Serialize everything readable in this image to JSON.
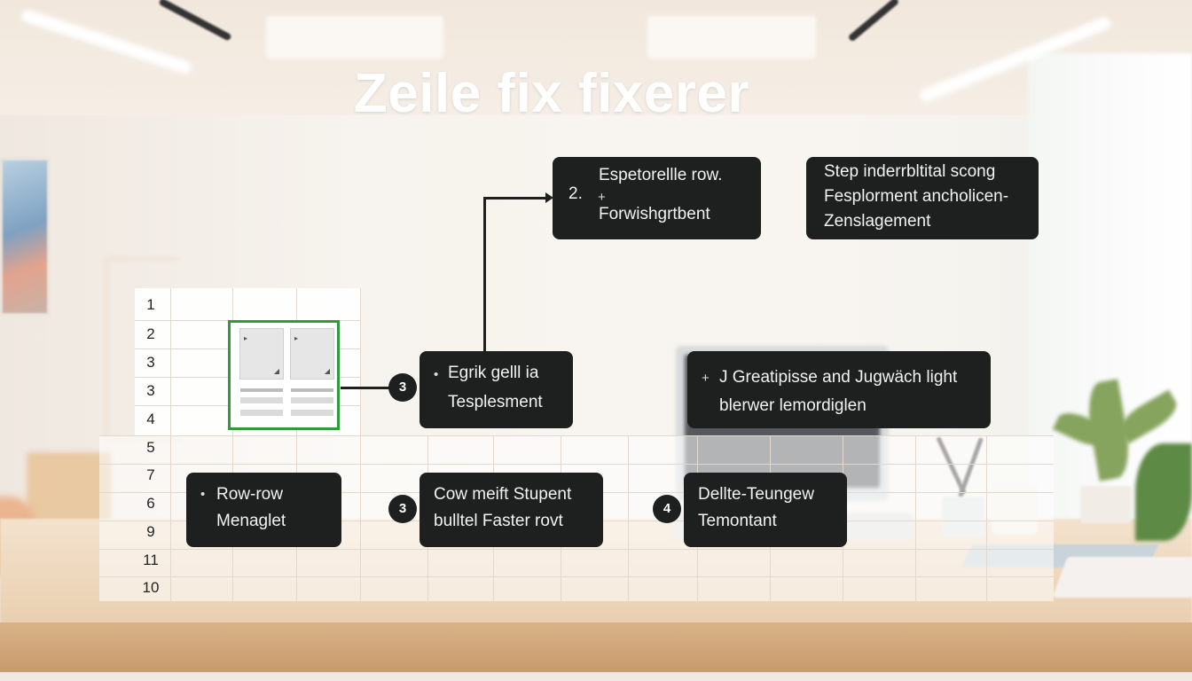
{
  "title": "Zeile fix fixerer",
  "row_numbers": [
    "1",
    "2",
    "3",
    "3",
    "4",
    "5",
    "7",
    "6",
    "9",
    "11",
    "10"
  ],
  "boxes": {
    "top_left": {
      "number": "2.",
      "bullet": "+",
      "line1": "Espetorellle row.",
      "line2": "Forwishgrtbent"
    },
    "top_right": {
      "line1": "Step inderrbltital scong",
      "line2": "Fesplorment ancholicen-",
      "line3": "Zenslagement"
    },
    "mid_left": {
      "bullet": "•",
      "line1": "Egrik gelll ia",
      "line2": "Tesplesment"
    },
    "mid_right": {
      "bullet": "+",
      "line1": "J Greatipisse and Jugwäch light",
      "line2": "blerwer lemordiglen"
    },
    "low_left": {
      "bullet": "•",
      "line1": "Row-row",
      "line2": "Menaglet"
    },
    "low_mid": {
      "line1": "Cow meift Stupent",
      "line2": "bulltel Faster rovt"
    },
    "low_right": {
      "line1": "Dellte-Teungew",
      "line2": "Temontant"
    }
  },
  "badges": {
    "mid": "3",
    "low_mid": "3",
    "low_right": "4"
  },
  "colors": {
    "box_bg": "#1d201e",
    "selection_border": "#2f9c3a",
    "title": "#ffffff"
  }
}
